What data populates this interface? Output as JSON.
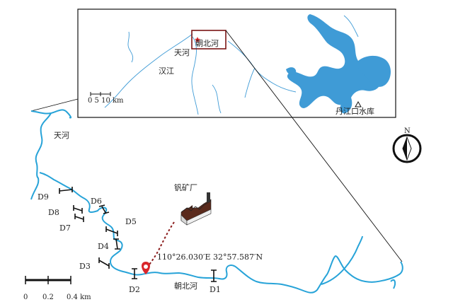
{
  "colors": {
    "river": "#27a3d8",
    "reservoir": "#3f9bd6",
    "route": "#8b1b1b",
    "pin": "#d9262b",
    "ink": "#111111"
  },
  "inset": {
    "labels": {
      "tianhe": "天河",
      "chaobeihe": "朝北河",
      "hanjiang": "汉江",
      "reservoir": "丹江口水库"
    },
    "scale_text": "0 5 10 km"
  },
  "main": {
    "labels": {
      "tianhe": "天河",
      "chaobeihe": "朝北河",
      "factory": "钒矿厂"
    },
    "coordinates": "110°26.030′E  32°57.587′N",
    "sites": [
      {
        "id": "D1",
        "label": "D1"
      },
      {
        "id": "D2",
        "label": "D2"
      },
      {
        "id": "D3",
        "label": "D3"
      },
      {
        "id": "D4",
        "label": "D4"
      },
      {
        "id": "D5",
        "label": "D5"
      },
      {
        "id": "D6",
        "label": "D6"
      },
      {
        "id": "D7",
        "label": "D7"
      },
      {
        "id": "D8",
        "label": "D8"
      },
      {
        "id": "D9",
        "label": "D9"
      }
    ],
    "scale_ticks": [
      "0",
      "0.2",
      "0.4 km"
    ]
  },
  "north_label": "N",
  "icons": [
    "location-pin-icon",
    "factory-icon",
    "north-arrow-icon",
    "triangle-marker-icon"
  ]
}
